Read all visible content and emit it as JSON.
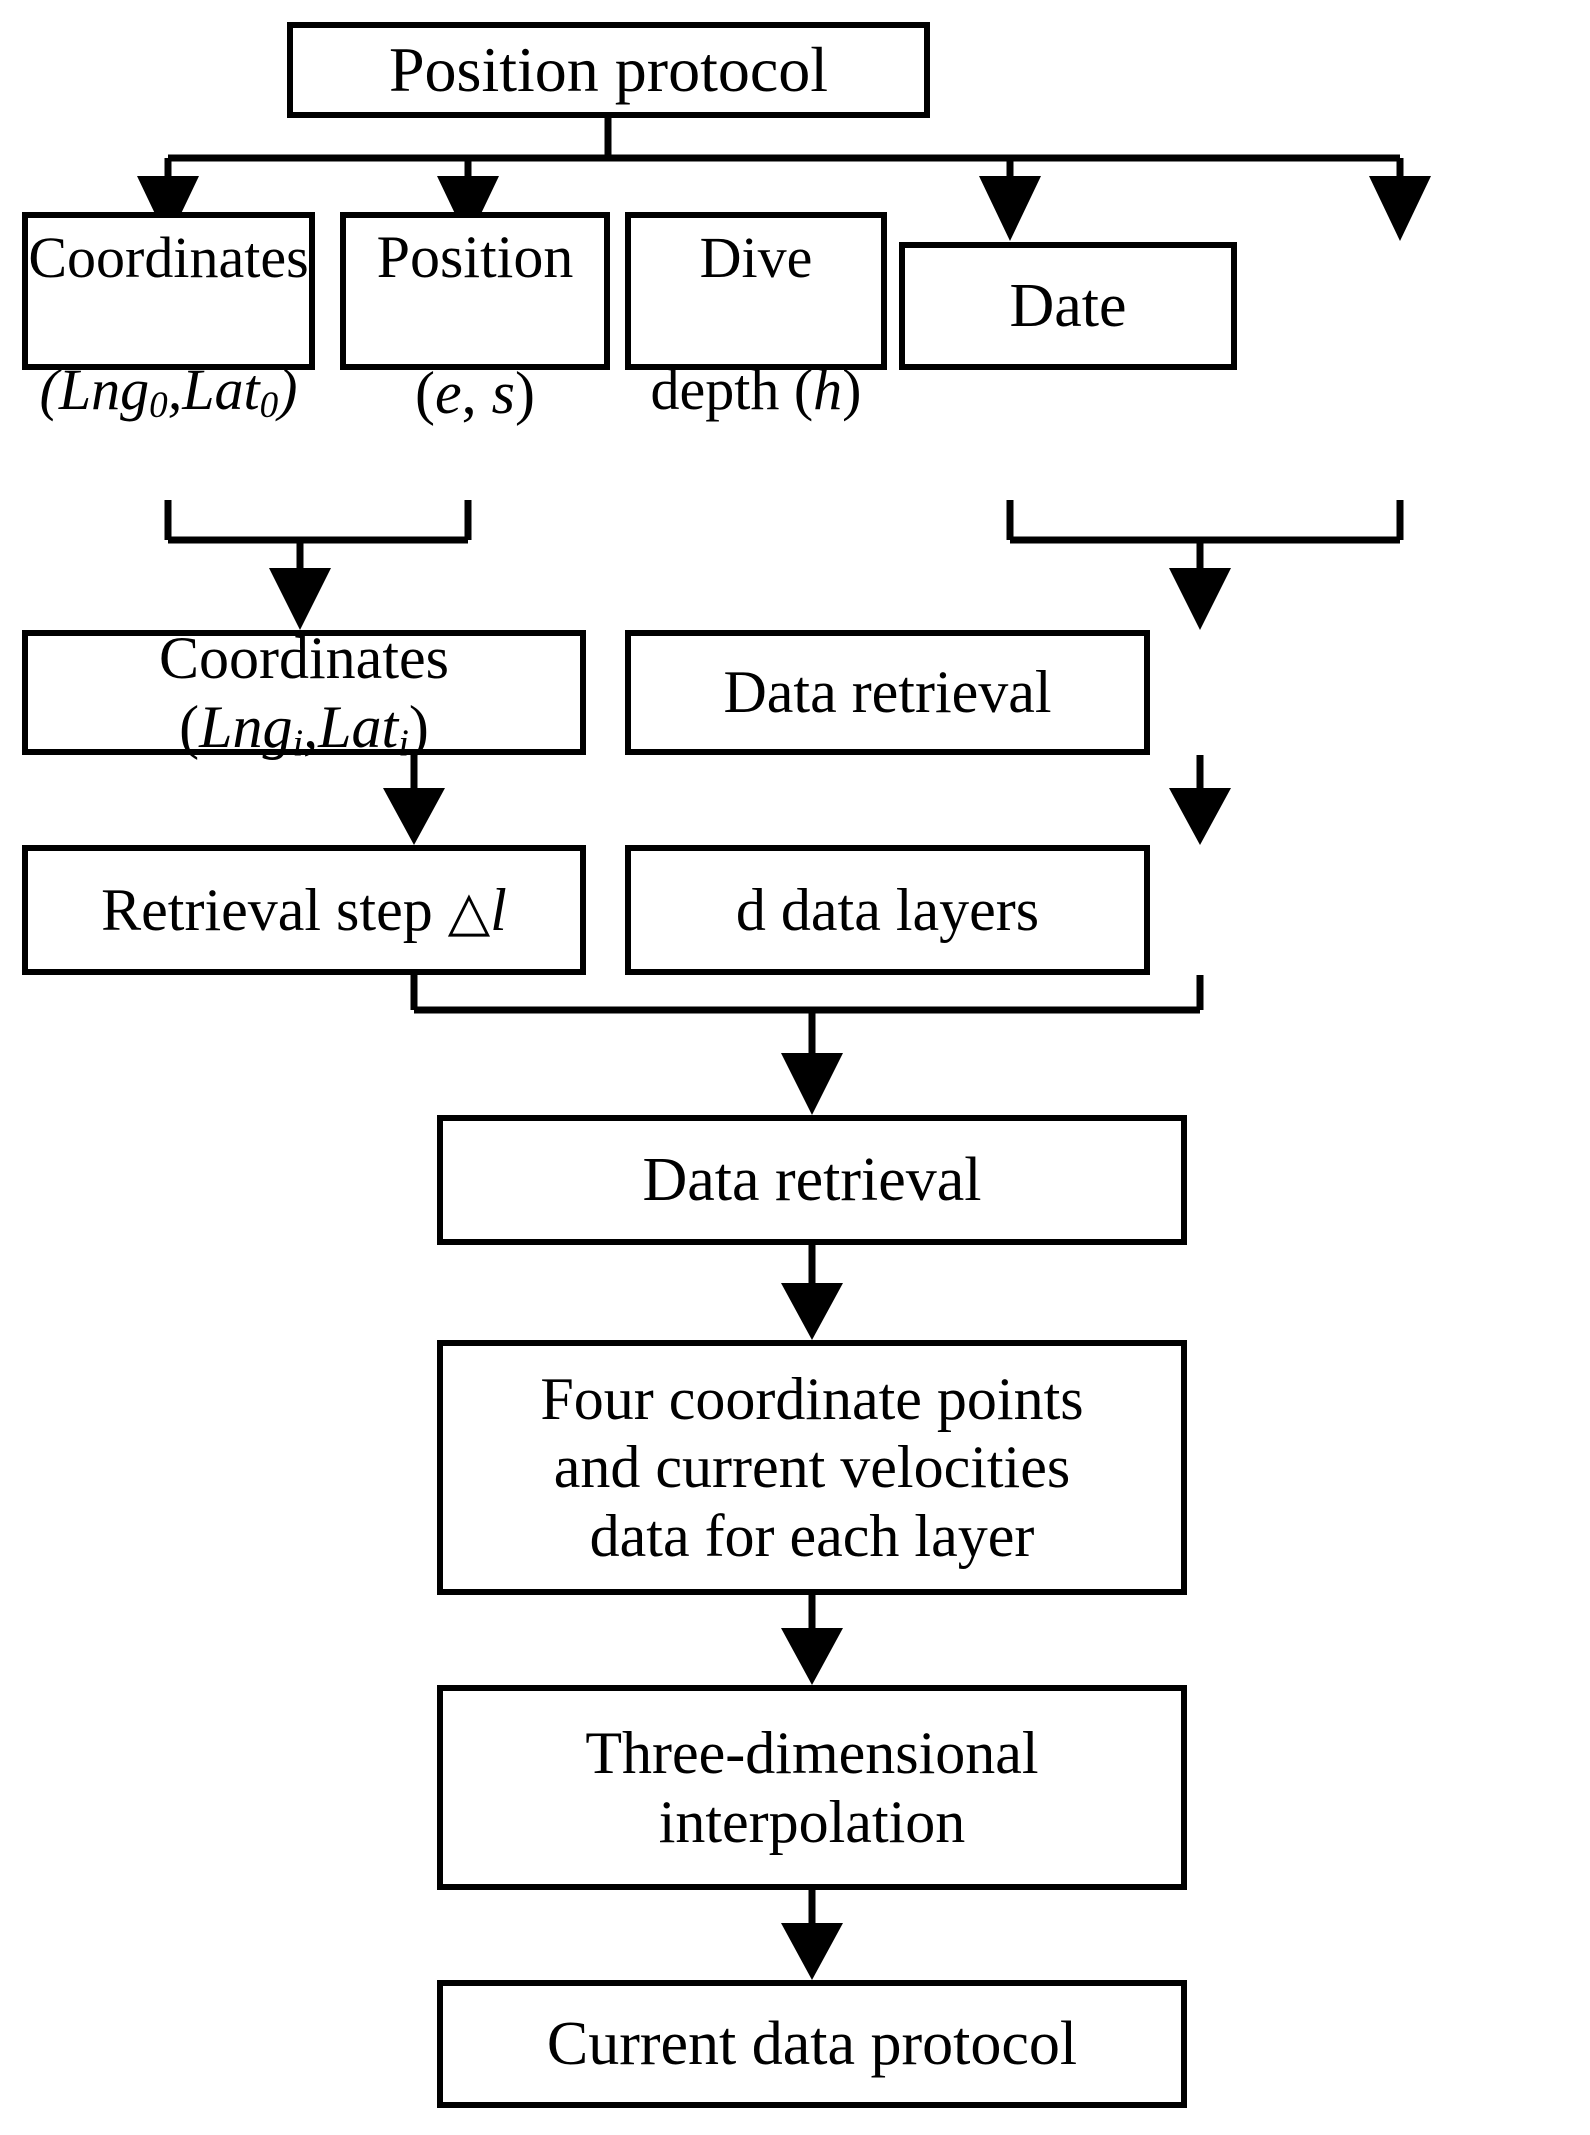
{
  "diagram": {
    "title": "Position protocol flowchart",
    "stroke_color": "#000000",
    "background_color": "#ffffff",
    "nodes": {
      "position_protocol": "Position protocol",
      "coordinates0_line1": "Coordinates",
      "coordinates0_line2_pre": "(",
      "coordinates0_lng": "Lng",
      "coordinates0_sub0a": "0",
      "coordinates0_sep": ",",
      "coordinates0_lat": "Lat",
      "coordinates0_sub0b": "0",
      "coordinates0_post": ")",
      "position_es_line1": "Position",
      "position_es_open": "(",
      "position_es_e": "e",
      "position_es_comma": ", ",
      "position_es_s": "s",
      "position_es_close": ")",
      "dive_depth_line1": "Dive",
      "dive_depth_line2": "depth (",
      "dive_depth_h": "h",
      "dive_depth_close": ")",
      "date": "Date",
      "coordinatesi_pre": "Coordinates (",
      "coordinatesi_lng": "Lng",
      "coordinatesi_subia": "i",
      "coordinatesi_sep": ",",
      "coordinatesi_lat": "Lat",
      "coordinatesi_subib": "i",
      "coordinatesi_post": ")",
      "data_retrieval_upper": "Data retrieval",
      "retrieval_step_pre": "Retrieval step ",
      "retrieval_step_triangle": "△",
      "retrieval_step_l": "l",
      "d_data_layers": "d data layers",
      "data_retrieval_mid": "Data retrieval",
      "four_coordinate_points": "Four coordinate points\nand current velocities\ndata for each layer",
      "three_dimensional_interpolation": "Three-dimensional\ninterpolation",
      "current_data_protocol": "Current data protocol"
    }
  }
}
